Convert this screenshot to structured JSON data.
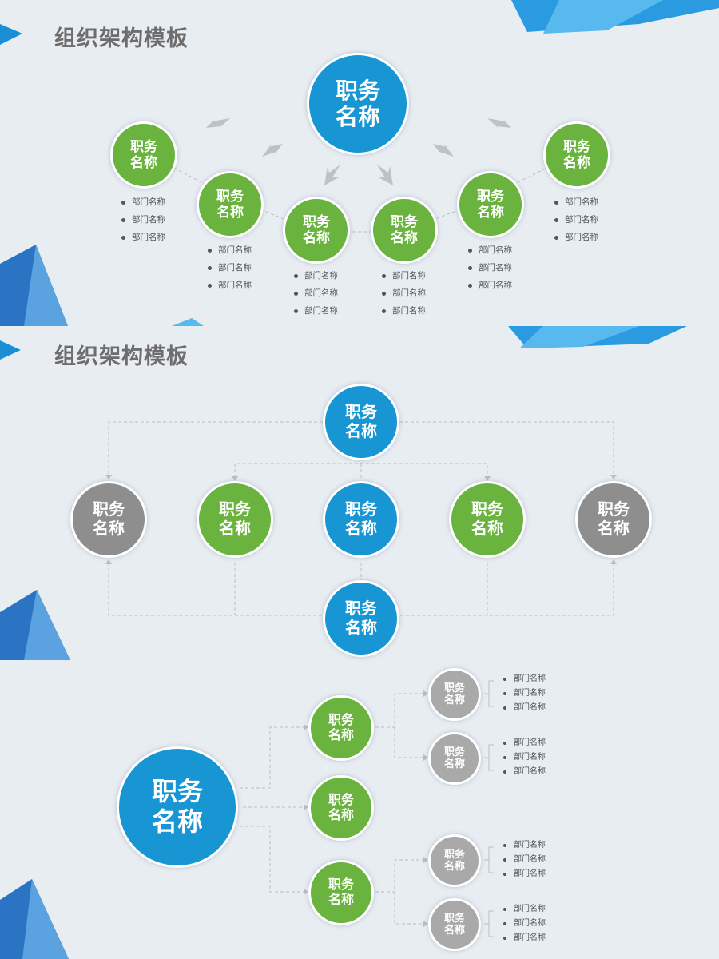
{
  "panel1": {
    "title": "组织架构模板",
    "root": {
      "line1": "职务",
      "line2": "名称"
    },
    "nodes": [
      {
        "line1": "职务",
        "line2": "名称",
        "items": [
          "部门名称",
          "部门名称",
          "部门名称"
        ]
      },
      {
        "line1": "职务",
        "line2": "名称",
        "items": [
          "部门名称",
          "部门名称",
          "部门名称"
        ]
      },
      {
        "line1": "职务",
        "line2": "名称",
        "items": [
          "部门名称",
          "部门名称",
          "部门名称"
        ]
      },
      {
        "line1": "职务",
        "line2": "名称",
        "items": [
          "部门名称",
          "部门名称",
          "部门名称"
        ]
      },
      {
        "line1": "职务",
        "line2": "名称",
        "items": [
          "部门名称",
          "部门名称",
          "部门名称"
        ]
      },
      {
        "line1": "职务",
        "line2": "名称",
        "items": [
          "部门名称",
          "部门名称",
          "部门名称"
        ]
      }
    ]
  },
  "panel2": {
    "title": "组织架构模板",
    "top": {
      "line1": "职务",
      "line2": "名称"
    },
    "row": [
      {
        "line1": "职务",
        "line2": "名称"
      },
      {
        "line1": "职务",
        "line2": "名称"
      },
      {
        "line1": "职务",
        "line2": "名称"
      },
      {
        "line1": "职务",
        "line2": "名称"
      },
      {
        "line1": "职务",
        "line2": "名称"
      }
    ],
    "bottom": {
      "line1": "职务",
      "line2": "名称"
    }
  },
  "panel3": {
    "root": {
      "line1": "职务",
      "line2": "名称"
    },
    "mids": [
      {
        "line1": "职务",
        "line2": "名称"
      },
      {
        "line1": "职务",
        "line2": "名称"
      },
      {
        "line1": "职务",
        "line2": "名称"
      }
    ],
    "leaves": [
      {
        "line1": "职务",
        "line2": "名称",
        "items": [
          "部门名称",
          "部门名称",
          "部门名称"
        ]
      },
      {
        "line1": "职务",
        "line2": "名称",
        "items": [
          "部门名称",
          "部门名称",
          "部门名称"
        ]
      },
      {
        "line1": "职务",
        "line2": "名称",
        "items": [
          "部门名称",
          "部门名称",
          "部门名称"
        ]
      },
      {
        "line1": "职务",
        "line2": "名称",
        "items": [
          "部门名称",
          "部门名称",
          "部门名称"
        ]
      }
    ]
  },
  "colors": {
    "blue": "#1896d3",
    "green": "#6ab33e",
    "gray": "#8e8e8e",
    "light_gray": "#a9a9a9",
    "title": "#6d6d6d",
    "background": "#e8edf2"
  }
}
